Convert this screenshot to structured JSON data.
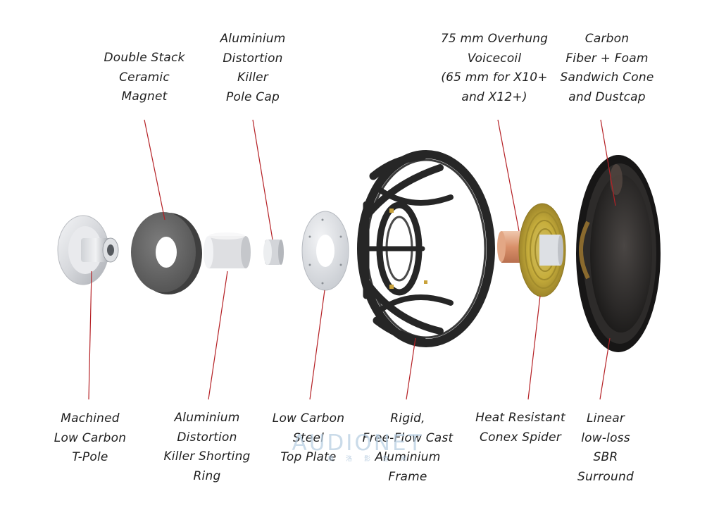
{
  "labels_top": {
    "magnet": [
      "Double Stack",
      "Ceramic",
      "Magnet"
    ],
    "pole_cap": [
      "Aluminium",
      "Distortion",
      "Killer",
      "Pole Cap"
    ],
    "voicecoil": [
      "75 mm Overhung",
      "Voicecoil",
      "(65 mm for X10+",
      "and X12+)"
    ],
    "cone": [
      "Carbon",
      "Fiber + Foam",
      "Sandwich Cone",
      "and Dustcap"
    ]
  },
  "labels_bottom": {
    "t_pole": [
      "Machined",
      "Low Carbon",
      "T-Pole"
    ],
    "shorting_ring": [
      "Aluminium",
      "Distortion",
      "Killer Shorting",
      "Ring"
    ],
    "top_plate": [
      "Low Carbon",
      "Steel",
      "Top Plate"
    ],
    "frame": [
      "Rigid,",
      "Free-Flow Cast",
      "Aluminium",
      "Frame"
    ],
    "spider": [
      "Heat Resistant",
      "Conex Spider"
    ],
    "surround": [
      "Linear",
      "low-loss",
      "SBR",
      "Surround"
    ]
  },
  "watermark": {
    "main": "AUDIONET",
    "sub": "奥 洛 影 音 网"
  },
  "colors": {
    "leader": "#b52025",
    "text": "#1e1e1e"
  }
}
